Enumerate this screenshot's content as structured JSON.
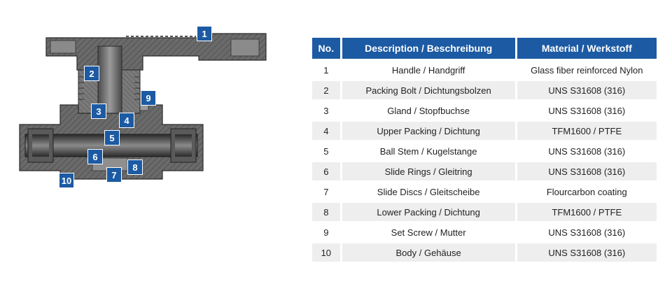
{
  "colors": {
    "accent": "#1c5aa3",
    "row_stripe": "#eeeeee",
    "metal": "#6a6a6a",
    "metal_dark": "#3a3a3a"
  },
  "table": {
    "headers": {
      "no": "No.",
      "description": "Description / Beschreibung",
      "material": "Material / Werkstoff"
    },
    "rows": [
      {
        "no": "1",
        "description": "Handle / Handgriff",
        "material": "Glass fiber reinforced Nylon"
      },
      {
        "no": "2",
        "description": "Packing Bolt / Dichtungsbolzen",
        "material": "UNS S31608 (316)"
      },
      {
        "no": "3",
        "description": "Gland / Stopfbuchse",
        "material": "UNS S31608 (316)"
      },
      {
        "no": "4",
        "description": "Upper Packing / Dichtung",
        "material": "TFM1600 / PTFE"
      },
      {
        "no": "5",
        "description": "Ball Stem / Kugelstange",
        "material": "UNS S31608 (316)"
      },
      {
        "no": "6",
        "description": "Slide Rings / Gleitring",
        "material": "UNS S31608 (316)"
      },
      {
        "no": "7",
        "description": "Slide Discs / Gleitscheibe",
        "material": "Flourcarbon coating"
      },
      {
        "no": "8",
        "description": "Lower Packing / Dichtung",
        "material": "TFM1600 / PTFE"
      },
      {
        "no": "9",
        "description": "Set Screw / Mutter",
        "material": "UNS S31608 (316)"
      },
      {
        "no": "10",
        "description": "Body / Gehäuse",
        "material": "UNS S31608 (316)"
      }
    ]
  },
  "diagram": {
    "callouts": [
      "1",
      "2",
      "3",
      "4",
      "5",
      "6",
      "7",
      "8",
      "9",
      "10"
    ]
  }
}
